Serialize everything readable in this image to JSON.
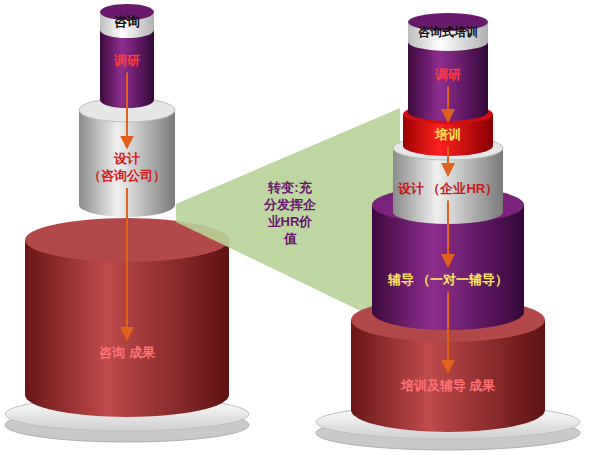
{
  "diagram": {
    "nodes": [
      {
        "text": [
          "咨询"
        ]
      },
      {
        "text": [
          "调研"
        ]
      },
      {
        "text": [
          "设计 （咨询公司）"
        ]
      },
      {
        "text": [
          "咨询 成果"
        ]
      },
      {
        "text": [
          "转变:充分发挥企业HR价值"
        ]
      },
      {
        "text": [
          "咨询式培训"
        ]
      },
      {
        "text": [
          "调研"
        ]
      },
      {
        "text": [
          "培训"
        ]
      },
      {
        "text": [
          "设计 （企业HR）"
        ]
      },
      {
        "text": [
          "辅导 （一对一辅导）"
        ]
      },
      {
        "text": [
          "培训及辅导 成果"
        ]
      }
    ],
    "edges": [
      {
        "from": 1,
        "to": 2,
        "arrow": "to"
      },
      {
        "from": 2,
        "to": 3,
        "arrow": "to"
      },
      {
        "from": 6,
        "to": 7,
        "arrow": "to"
      },
      {
        "from": 7,
        "to": 8,
        "arrow": "to"
      },
      {
        "from": 8,
        "to": 9,
        "arrow": "to"
      },
      {
        "from": 9,
        "to": 10,
        "arrow": "to"
      }
    ]
  }
}
